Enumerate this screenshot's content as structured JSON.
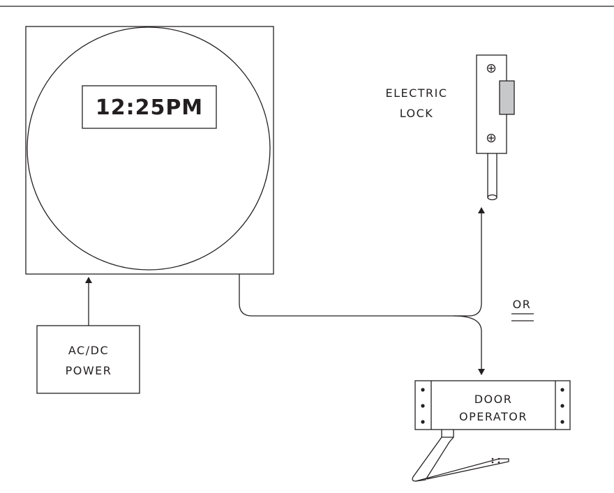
{
  "timer": {
    "display_time": "12:25PM"
  },
  "labels": {
    "lock_line1": "ELECTRIC",
    "lock_line2": "LOCK",
    "power_line1": "AC/DC",
    "power_line2": "POWER",
    "or": "OR",
    "operator_line1": "DOOR",
    "operator_line2": "OPERATOR"
  },
  "colors": {
    "line": "#231f20",
    "lock_strike": "#c7c8ca"
  }
}
